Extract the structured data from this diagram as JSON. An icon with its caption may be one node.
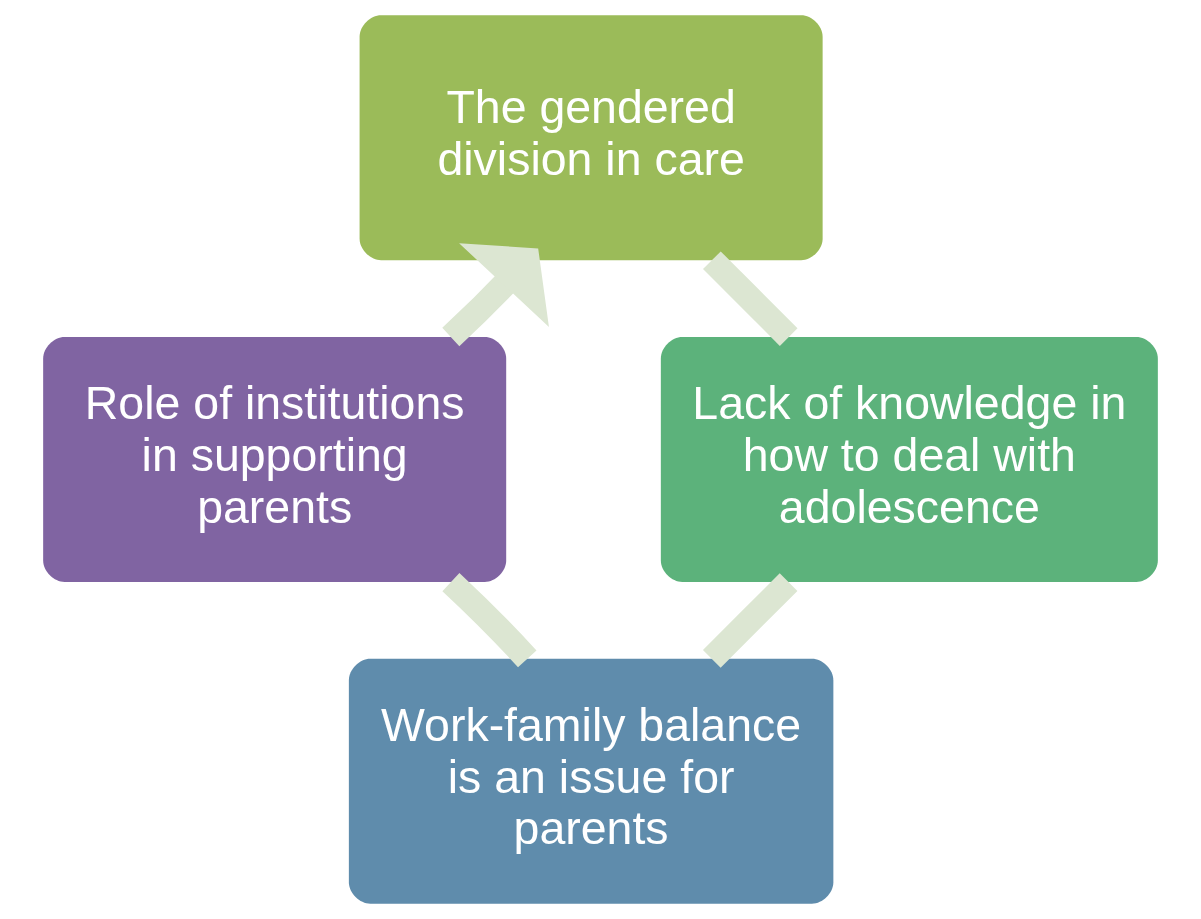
{
  "diagram": {
    "nodes": [
      {
        "text": [
          "The gendered division in care"
        ]
      },
      {
        "text": [
          "Lack of knowledge in how to deal with adolescence"
        ]
      },
      {
        "text": [
          "Work-family balance is an issue for parents"
        ]
      },
      {
        "text": [
          "Role of institutions in supporting parents"
        ]
      }
    ],
    "edges": [
      {
        "from": 0,
        "to": 1,
        "arrow": "none"
      },
      {
        "from": 1,
        "to": 2,
        "arrow": "none"
      },
      {
        "from": 2,
        "to": 3,
        "arrow": "none"
      },
      {
        "from": 3,
        "to": 0,
        "arrow": "to"
      }
    ]
  }
}
